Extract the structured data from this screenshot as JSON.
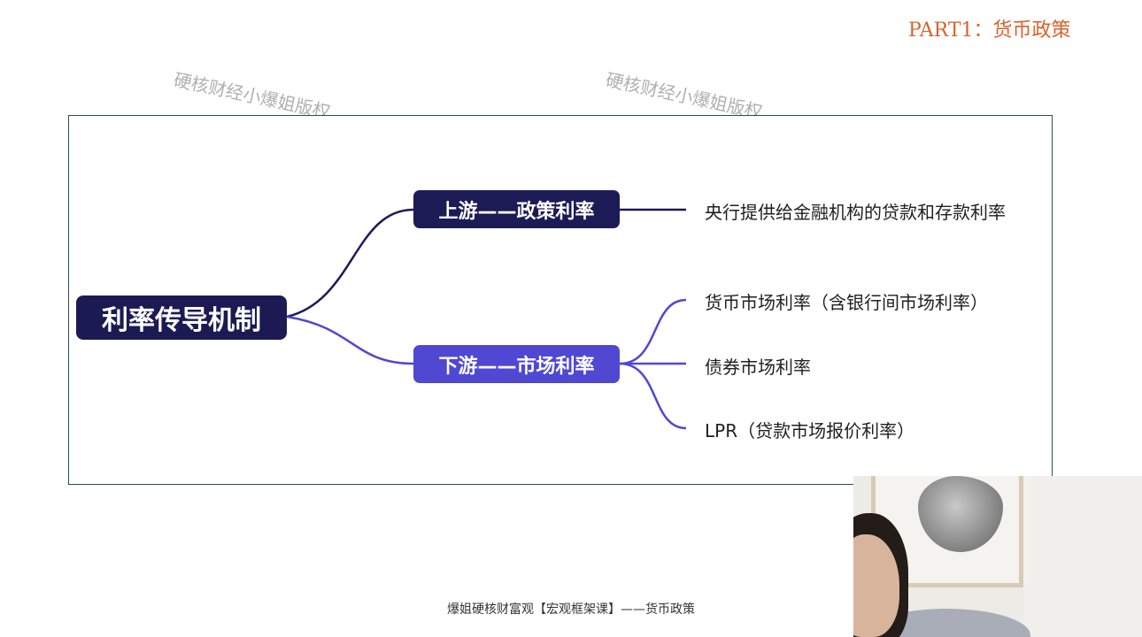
{
  "header": {
    "part_title": "PART1：货币政策"
  },
  "watermarks": [
    "硬核财经小爆姐版权",
    "硬核财经小爆姐版权"
  ],
  "mindmap": {
    "root": "利率传导机制",
    "upstream": {
      "label": "上游——政策利率",
      "children": [
        "央行提供给金融机构的贷款和存款利率"
      ]
    },
    "downstream": {
      "label": "下游——市场利率",
      "children": [
        "货币市场利率（含银行间市场利率）",
        "债券市场利率",
        "LPR（贷款市场报价利率）"
      ]
    },
    "colors": {
      "root": "#1b1a52",
      "upstream": "#1c1b55",
      "downstream": "#5048d2"
    }
  },
  "footer": {
    "caption": "爆姐硬核财富观【宏观框架课】——货币政策"
  }
}
